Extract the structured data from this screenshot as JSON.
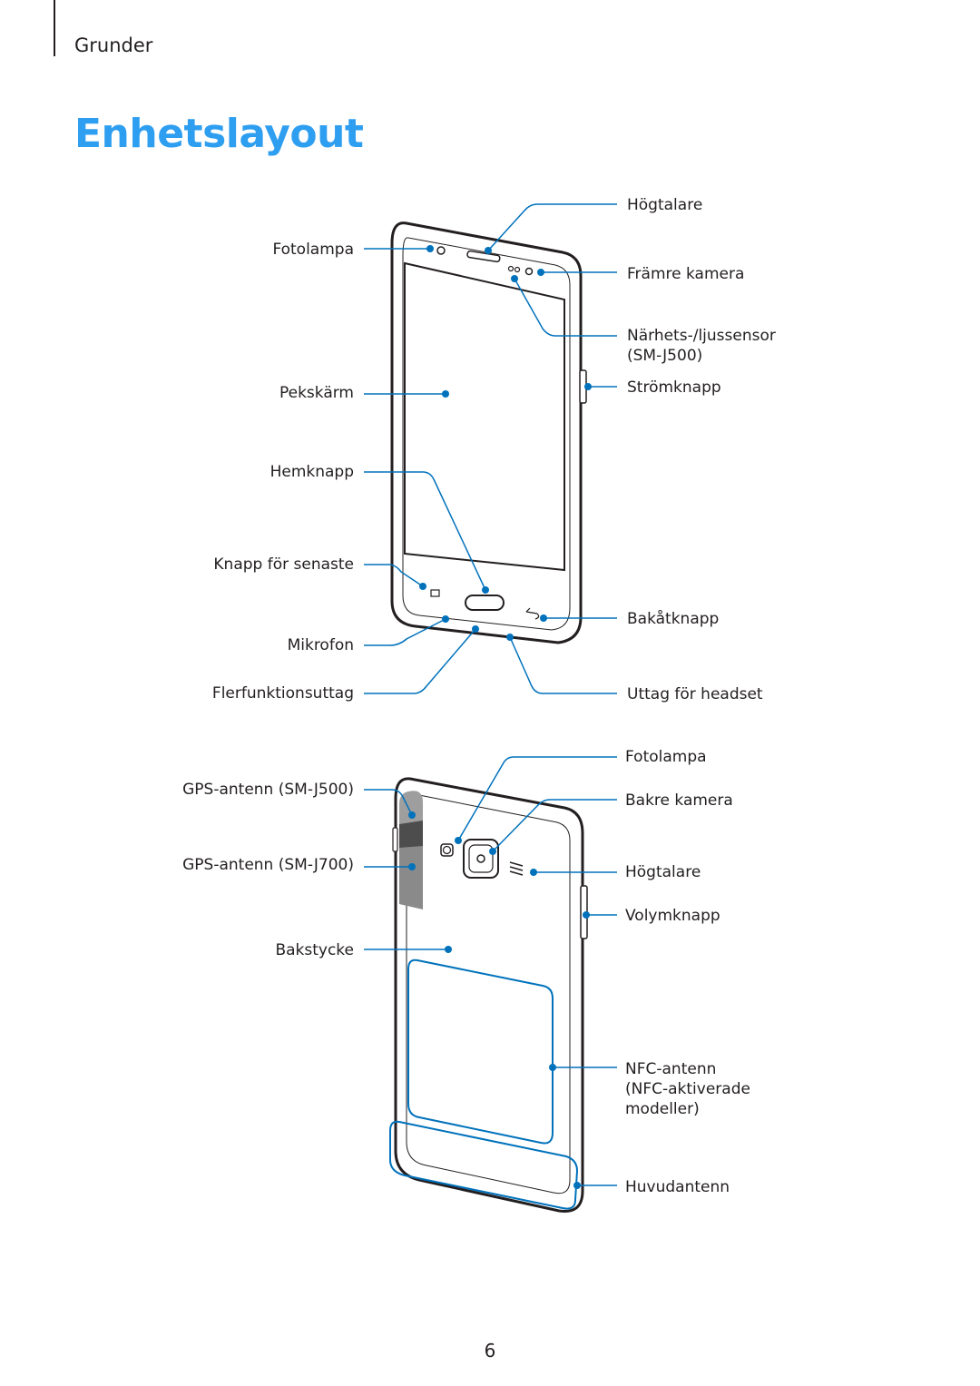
{
  "header": {
    "section": "Grunder",
    "title": "Enhetslayout"
  },
  "front_labels": {
    "left": {
      "flash": "Fotolampa",
      "touchscreen": "Pekskärm",
      "home": "Hemknapp",
      "recent": "Knapp för senaste",
      "mic": "Mikrofon",
      "multipurpose": "Flerfunktionsuttag"
    },
    "right": {
      "speaker": "Högtalare",
      "front_camera": "Främre kamera",
      "sensor_line1": "Närhets-/ljussensor",
      "sensor_line2": "(SM-J500)",
      "power": "Strömknapp",
      "back": "Bakåtknapp",
      "headset": "Uttag för headset"
    }
  },
  "back_labels": {
    "left": {
      "gps_j500": "GPS-antenn (SM-J500)",
      "gps_j700": "GPS-antenn (SM-J700)",
      "back_cover": "Bakstycke"
    },
    "right": {
      "flash": "Fotolampa",
      "rear_camera": "Bakre kamera",
      "speaker": "Högtalare",
      "volume": "Volymknapp",
      "nfc_line1": "NFC-antenn",
      "nfc_line2": "(NFC-aktiverade",
      "nfc_line3": "modeller)",
      "main_antenna": "Huvudantenn"
    }
  },
  "colors": {
    "accent": "#2e9ef0",
    "callout": "#0072bc",
    "text": "#231f20"
  },
  "footer": {
    "page_number": "6"
  }
}
